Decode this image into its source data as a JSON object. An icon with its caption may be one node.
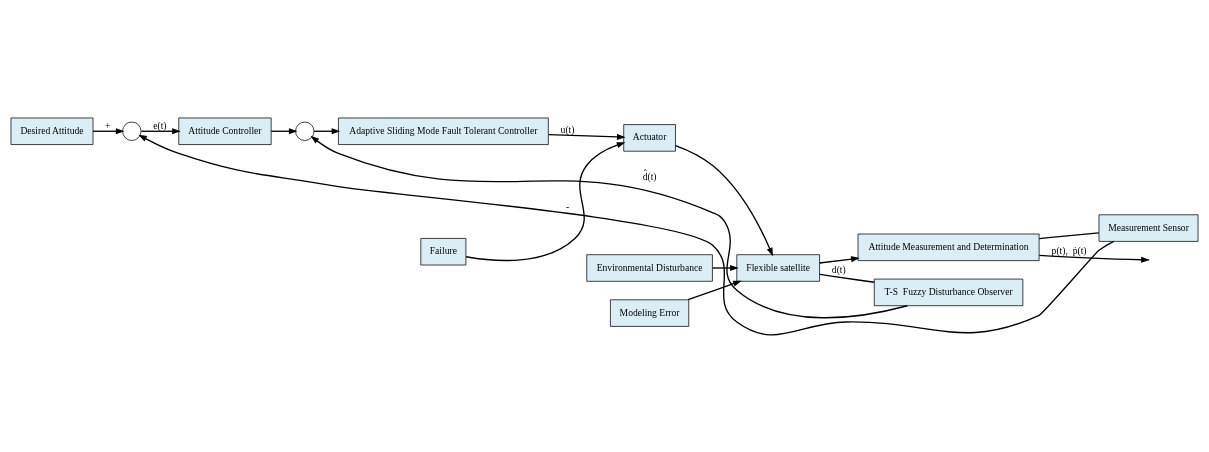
{
  "diagram": {
    "nodes": [
      {
        "text": [
          "Desired Attitude"
        ]
      },
      {
        "text": [],
        "shape": "circle"
      },
      {
        "text": [
          "Attitude Controller"
        ]
      },
      {
        "text": [],
        "shape": "circle"
      },
      {
        "text": [
          "Adaptive Sliding Mode Fault Tolerant Controller"
        ]
      },
      {
        "text": [
          "Environmental Disturbance"
        ]
      },
      {
        "text": [
          "Modeling Error"
        ]
      },
      {
        "text": [
          "Failure"
        ]
      },
      {
        "text": [
          "Actuator"
        ]
      },
      {
        "text": [
          "Flexible satellite"
        ]
      },
      {
        "text": [
          "Attitude Measurement and Determination"
        ]
      },
      {
        "text": [
          "T-S  Fuzzy Disturbance Observer"
        ]
      },
      {
        "text": [
          "Measurement Sensor"
        ]
      }
    ],
    "edges": [
      {
        "from": 0,
        "to": 1,
        "arrow": "to",
        "label": "+"
      },
      {
        "from": 1,
        "to": 2,
        "arrow": "to",
        "label": "e(t)"
      },
      {
        "from": 2,
        "to": 3,
        "arrow": "to"
      },
      {
        "from": 3,
        "to": 4,
        "arrow": "to"
      },
      {
        "from": 4,
        "to": 8,
        "arrow": "to",
        "label": "u(t)"
      },
      {
        "from": 7,
        "to": 8,
        "arrow": "to"
      },
      {
        "from": 5,
        "to": 9,
        "arrow": "to"
      },
      {
        "from": 6,
        "to": 9,
        "arrow": "to"
      },
      {
        "from": 8,
        "to": 9,
        "arrow": "to"
      },
      {
        "from": 9,
        "to": 10,
        "arrow": "to"
      },
      {
        "from": 9,
        "to": 11,
        "arrow": "none",
        "label": "d(t)"
      },
      {
        "from": 11,
        "to": 3,
        "arrow": "to",
        "label": "d̂(t)"
      },
      {
        "from": 10,
        "to": null,
        "arrow": "to",
        "label": "p(t),  ṗ(t)"
      },
      {
        "from": 10,
        "to": 12,
        "arrow": "none"
      },
      {
        "from": 12,
        "to": 1,
        "arrow": "to",
        "label": "-"
      }
    ]
  }
}
